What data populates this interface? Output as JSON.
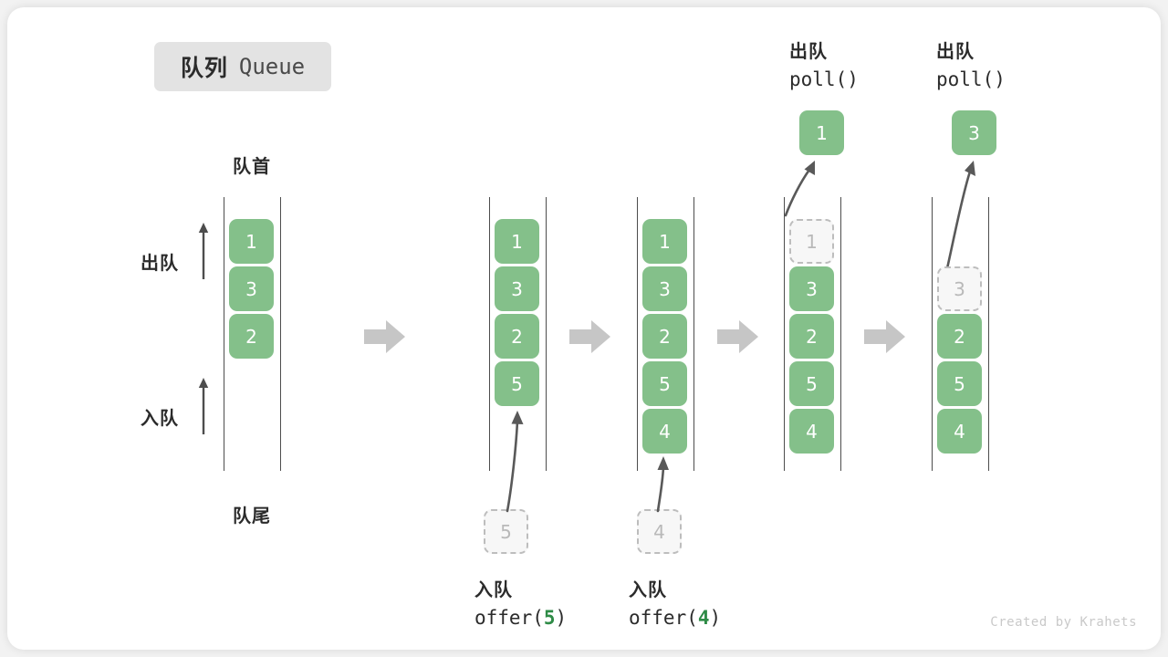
{
  "title": {
    "zh": "队列",
    "en": "Queue"
  },
  "labels": {
    "head": "队首",
    "tail": "队尾",
    "dequeue": "出队",
    "enqueue": "入队"
  },
  "colors": {
    "cell_fill": "#84c08a",
    "cell_text": "#ffffff",
    "ghost_fill": "#f7f7f7",
    "ghost_border": "#bdbdbd",
    "ghost_text": "#b9b9b9",
    "rail": "#4d4d4d",
    "step_arrow": "#c6c6c6",
    "badge_bg": "#e3e3e3",
    "highlight": "#2e8b46",
    "canvas_bg": "#ffffff",
    "page_bg": "#f2f2f2"
  },
  "columns": [
    {
      "id": "initial",
      "caption_zh": "",
      "caption_code": "",
      "cells": [
        {
          "value": "1",
          "state": "filled"
        },
        {
          "value": "3",
          "state": "filled"
        },
        {
          "value": "2",
          "state": "filled"
        }
      ]
    },
    {
      "id": "offer-5",
      "caption_zh": "入队",
      "caption_code_prefix": "offer(",
      "caption_code_arg": "5",
      "caption_code_suffix": ")",
      "incoming": {
        "value": "5",
        "state": "ghost"
      },
      "cells": [
        {
          "value": "1",
          "state": "filled"
        },
        {
          "value": "3",
          "state": "filled"
        },
        {
          "value": "2",
          "state": "filled"
        },
        {
          "value": "5",
          "state": "filled"
        }
      ]
    },
    {
      "id": "offer-4",
      "caption_zh": "入队",
      "caption_code_prefix": "offer(",
      "caption_code_arg": "4",
      "caption_code_suffix": ")",
      "incoming": {
        "value": "4",
        "state": "ghost"
      },
      "cells": [
        {
          "value": "1",
          "state": "filled"
        },
        {
          "value": "3",
          "state": "filled"
        },
        {
          "value": "2",
          "state": "filled"
        },
        {
          "value": "5",
          "state": "filled"
        },
        {
          "value": "4",
          "state": "filled"
        }
      ]
    },
    {
      "id": "poll-1",
      "caption_zh": "出队",
      "caption_code_prefix": "poll(",
      "caption_code_arg": "",
      "caption_code_suffix": ")",
      "outgoing": {
        "value": "1",
        "state": "filled"
      },
      "cells": [
        {
          "value": "1",
          "state": "ghost"
        },
        {
          "value": "3",
          "state": "filled"
        },
        {
          "value": "2",
          "state": "filled"
        },
        {
          "value": "5",
          "state": "filled"
        },
        {
          "value": "4",
          "state": "filled"
        }
      ]
    },
    {
      "id": "poll-3",
      "caption_zh": "出队",
      "caption_code_prefix": "poll(",
      "caption_code_arg": "",
      "caption_code_suffix": ")",
      "outgoing": {
        "value": "3",
        "state": "filled"
      },
      "cells": [
        {
          "value": "",
          "state": "empty"
        },
        {
          "value": "3",
          "state": "ghost"
        },
        {
          "value": "2",
          "state": "filled"
        },
        {
          "value": "5",
          "state": "filled"
        },
        {
          "value": "4",
          "state": "filled"
        }
      ]
    }
  ],
  "watermark": "Created by Krahets"
}
